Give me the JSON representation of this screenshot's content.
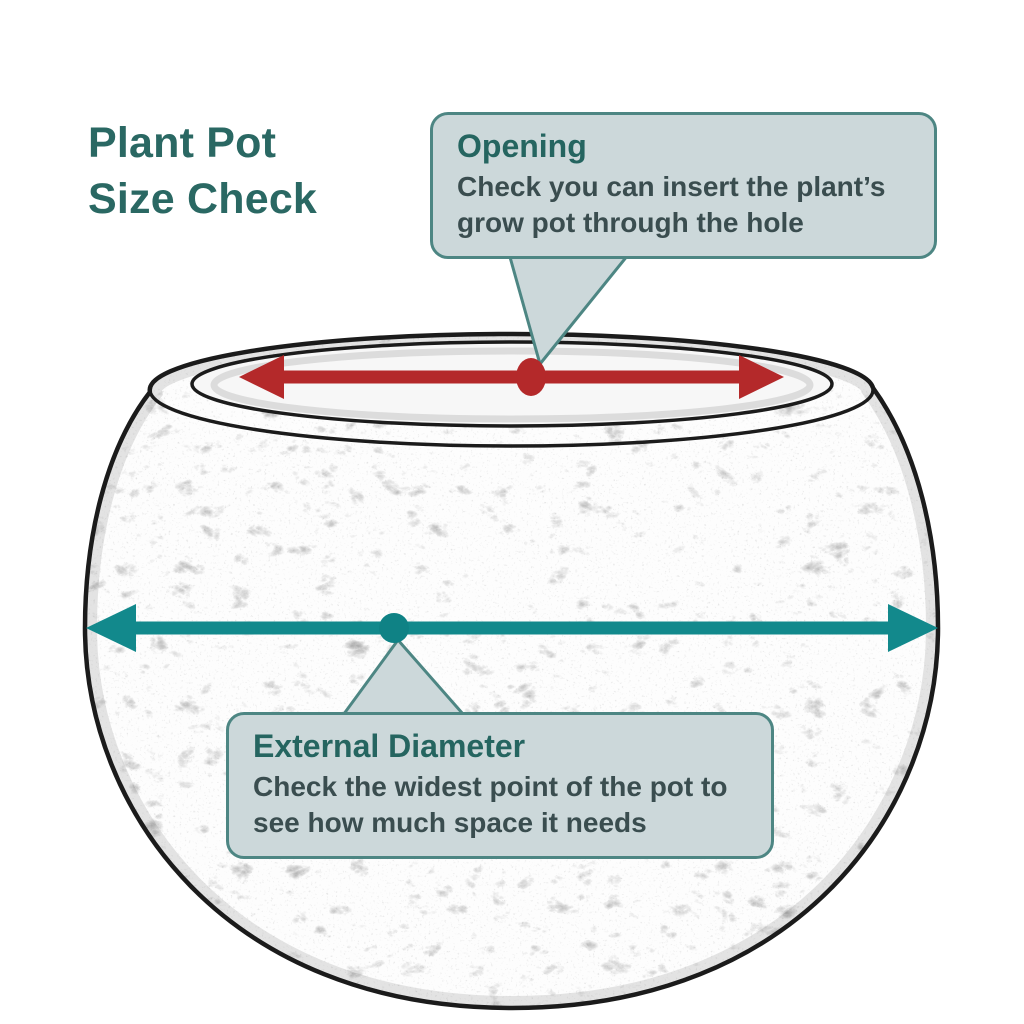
{
  "page": {
    "background": "#ffffff"
  },
  "title": {
    "line1": "Plant Pot",
    "line2": "Size Check",
    "color": "#2a6863"
  },
  "callouts": {
    "opening": {
      "title": "Opening",
      "body": "Check you can insert the plant’s grow pot through the hole"
    },
    "external_diameter": {
      "title": "External Diameter",
      "body": "Check the widest point of the pot to see how much space it needs"
    }
  },
  "markers": {
    "opening_arrow": {
      "label": "opening-width-arrow",
      "color": "#b4292a"
    },
    "external_arrow": {
      "label": "external-diameter-arrow",
      "color": "#12898c"
    }
  },
  "colors": {
    "callout_bg": "#ccd8da",
    "callout_border": "#4d8683",
    "pot_outline": "#1b1b1b",
    "arrow_red": "#b4292a",
    "arrow_teal": "#12898c",
    "heading_teal": "#2a6863"
  }
}
